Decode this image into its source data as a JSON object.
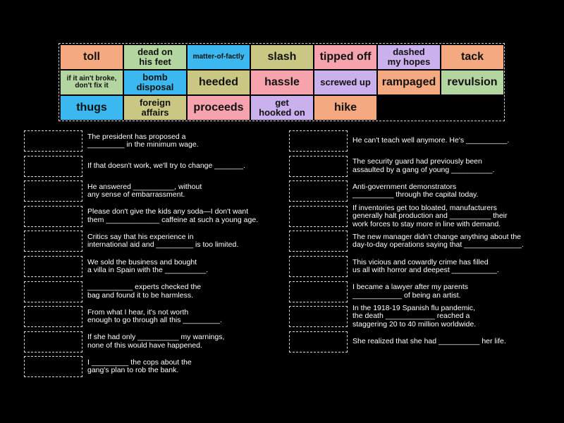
{
  "colors": {
    "background": "#000000",
    "orange": "#f4a980",
    "green": "#b3d59f",
    "blue": "#3cb8f0",
    "olive": "#c9c783",
    "pink": "#f6a3ad",
    "lavender": "#cbb0ee",
    "slot_border": "#d8d8d8",
    "text": "#ffffff"
  },
  "word_bank": [
    {
      "label": "toll",
      "color": "#f4a980"
    },
    {
      "label": "dead on\nhis feet",
      "color": "#b3d59f"
    },
    {
      "label": "matter-of-factly",
      "color": "#3cb8f0"
    },
    {
      "label": "slash",
      "color": "#c9c783"
    },
    {
      "label": "tipped off",
      "color": "#f6a3ad"
    },
    {
      "label": "dashed\nmy hopes",
      "color": "#cbb0ee"
    },
    {
      "label": "tack",
      "color": "#f4a980"
    },
    {
      "label": "if it ain't broke,\ndon't fix it",
      "color": "#b3d59f"
    },
    {
      "label": "bomb\ndisposal",
      "color": "#3cb8f0"
    },
    {
      "label": "heeded",
      "color": "#c9c783"
    },
    {
      "label": "hassle",
      "color": "#f6a3ad"
    },
    {
      "label": "screwed up",
      "color": "#cbb0ee"
    },
    {
      "label": "rampaged",
      "color": "#f4a980"
    },
    {
      "label": "revulsion",
      "color": "#b3d59f"
    },
    {
      "label": "thugs",
      "color": "#3cb8f0"
    },
    {
      "label": "foreign\naffairs",
      "color": "#c9c783"
    },
    {
      "label": "proceeds",
      "color": "#f6a3ad"
    },
    {
      "label": "get\nhooked on",
      "color": "#cbb0ee"
    },
    {
      "label": "hike",
      "color": "#f4a980"
    }
  ],
  "questions_left": [
    "The president has proposed a\n_________ in the minimum wage.",
    "If that doesn't work, we'll try to change _______.",
    "He answered __________, without\nany sense of embarrassment.",
    "Please don't give the kids any soda—I don't want\nthem _____________ caffeine at such a young age.",
    "Critics say that his experience in\ninternational aid and _________ is too limited.",
    "We sold the business and bought\na villa in Spain with the __________.",
    "___________ experts checked the\nbag and found it to be harmless.",
    "From what I hear, it's not worth\nenough to go through all this _________.",
    "If she had only __________ my warnings,\nnone of this would have happened.",
    "I _________ the cops about the\ngang's plan to rob the bank."
  ],
  "questions_right": [
    "He can't teach well anymore. He's __________.",
    "The security guard had previously been\nassaulted by a gang of young __________.",
    "Anti-government demonstrators\n__________ through the capital today.",
    "If inventories get too bloated, manufacturers\ngenerally halt production and __________ their\nwork forces to stay more in line with demand.",
    "The new manager didn't change anything about the\nday-to-day operations saying that ______________.",
    "This vicious and cowardly crime has filled\nus all with horror and deepest ___________.",
    "I became a lawyer after my parents\n____________ of being an artist.",
    "In the 1918-19 Spanish flu pandemic,\nthe death ____________ reached a\nstaggering 20 to 40 million worldwide.",
    "She realized that she had __________ her life."
  ]
}
